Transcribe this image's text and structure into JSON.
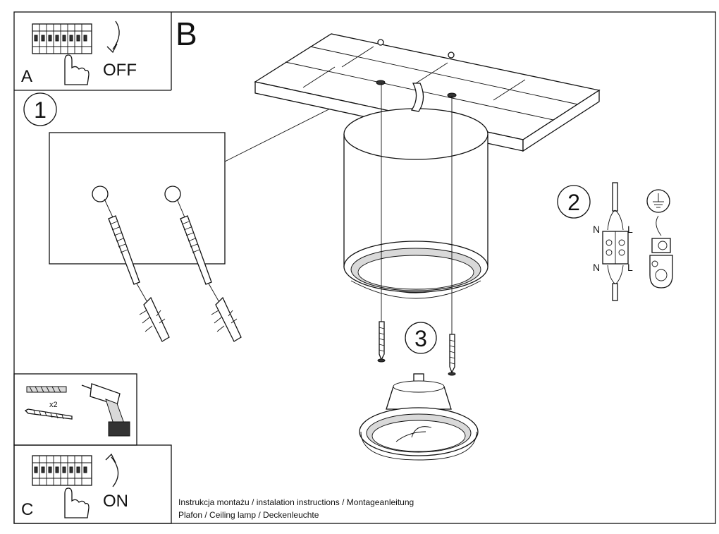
{
  "panels": {
    "a": {
      "letter": "A",
      "switch_label": "OFF"
    },
    "b": {
      "letter": "B"
    },
    "c": {
      "letter": "C",
      "switch_label": "ON"
    },
    "tools": {
      "quantity": "x2"
    }
  },
  "steps": {
    "step1": "1",
    "step2": "2",
    "step3": "3"
  },
  "wiring": {
    "neutral": "N",
    "live": "L"
  },
  "footer": {
    "line1": "Instrukcja montażu / instalation instructions / Montageanleitung",
    "line2": "Plafon / Ceiling lamp / Deckenleuchte"
  }
}
